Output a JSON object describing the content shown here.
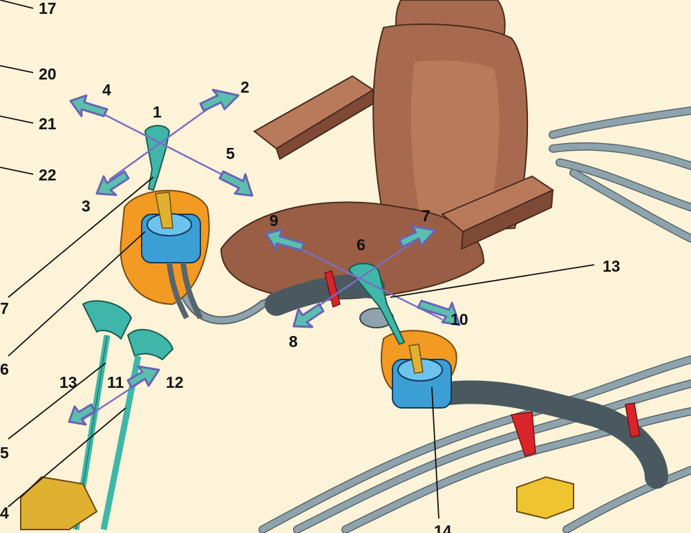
{
  "colors": {
    "background": "#fdf3d8",
    "seat": "#a86a4e",
    "seat_dark": "#7e4a36",
    "hose": "#8fa3ad",
    "hose_dark": "#57656d",
    "joystick_body": "#3b9fd6",
    "joystick_handle": "#3fb7a8",
    "boot": "#f39a22",
    "arrow": "#5bbfae",
    "arrow_outline": "#6a63b5",
    "guide_line": "#7a6fc6",
    "strap": "#d8252b",
    "sensor": "#f0c430"
  },
  "labels": {
    "l17": "17",
    "l20": "20",
    "l21": "21",
    "l22": "22",
    "l1": "1",
    "l2": "2",
    "l3": "3",
    "l4": "4",
    "l5": "5",
    "l6": "6",
    "l7": "7",
    "l8": "8",
    "l9": "9",
    "l10": "10",
    "l11": "11",
    "l12": "12",
    "l13": "13",
    "l14": "14",
    "left_7": "7",
    "left_6": "6",
    "left_5": "5",
    "left_4": "4",
    "mid_13": "13"
  },
  "icons": {
    "left_joystick": "joystick-icon",
    "right_joystick": "joystick-icon",
    "seat": "operator-seat-icon",
    "travel_levers": "lever-icon",
    "direction_arrows": "arrow-icon"
  }
}
